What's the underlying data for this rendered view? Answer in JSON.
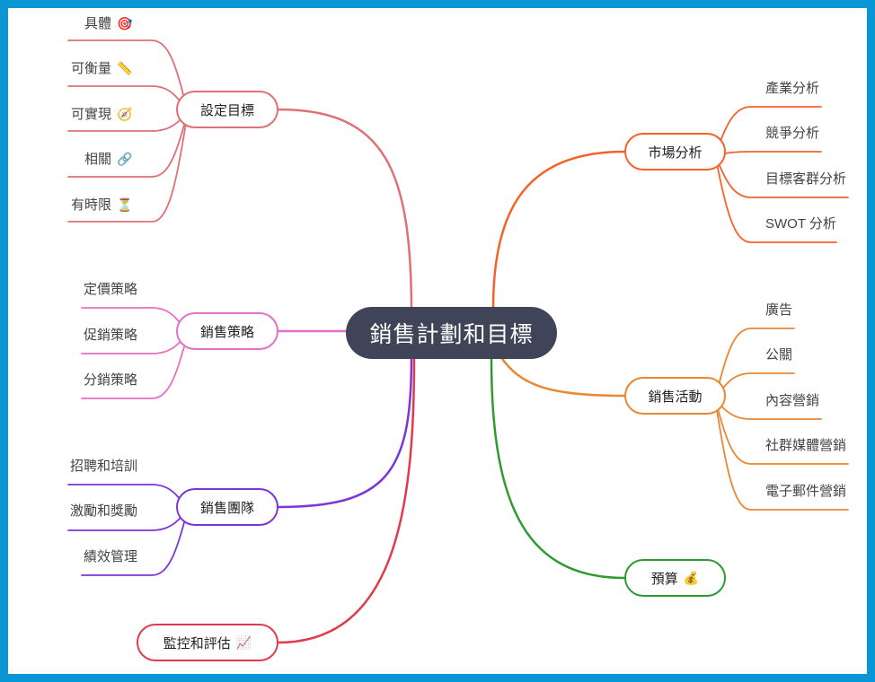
{
  "center": "銷售計劃和目標",
  "branches": {
    "goals": {
      "label": "設定目標",
      "color": "#e07075",
      "leaves": [
        {
          "text": "具體",
          "icon": "🎯",
          "icon_name": "target-icon"
        },
        {
          "text": "可衡量",
          "icon": "📏",
          "icon_name": "ruler-icon"
        },
        {
          "text": "可實現",
          "icon": "🧭",
          "icon_name": "compass-icon"
        },
        {
          "text": "相關",
          "icon": "🔗",
          "icon_name": "link-icon"
        },
        {
          "text": "有時限",
          "icon": "⏳",
          "icon_name": "hourglass-icon"
        }
      ]
    },
    "strategy": {
      "label": "銷售策略",
      "color": "#e56fc9",
      "leaves": [
        {
          "text": "定價策略"
        },
        {
          "text": "促銷策略"
        },
        {
          "text": "分銷策略"
        }
      ]
    },
    "team": {
      "label": "銷售團隊",
      "color": "#7d35d8",
      "leaves": [
        {
          "text": "招聘和培訓"
        },
        {
          "text": "激勵和獎勵"
        },
        {
          "text": "績效管理"
        }
      ]
    },
    "monitor": {
      "label": "監控和評估",
      "icon": "📈",
      "icon_name": "chart-up-icon",
      "color": "#e03b4a"
    },
    "market": {
      "label": "市場分析",
      "color": "#f5612b",
      "leaves": [
        {
          "text": "產業分析"
        },
        {
          "text": "競爭分析"
        },
        {
          "text": "目標客群分析"
        },
        {
          "text": "SWOT 分析"
        }
      ]
    },
    "activities": {
      "label": "銷售活動",
      "color": "#e98734",
      "leaves": [
        {
          "text": "廣告"
        },
        {
          "text": "公關"
        },
        {
          "text": "內容營銷"
        },
        {
          "text": "社群媒體營銷"
        },
        {
          "text": "電子郵件營銷"
        }
      ]
    },
    "budget": {
      "label": "預算",
      "icon": "💰",
      "icon_name": "money-bag-icon",
      "color": "#2f9a32"
    }
  }
}
